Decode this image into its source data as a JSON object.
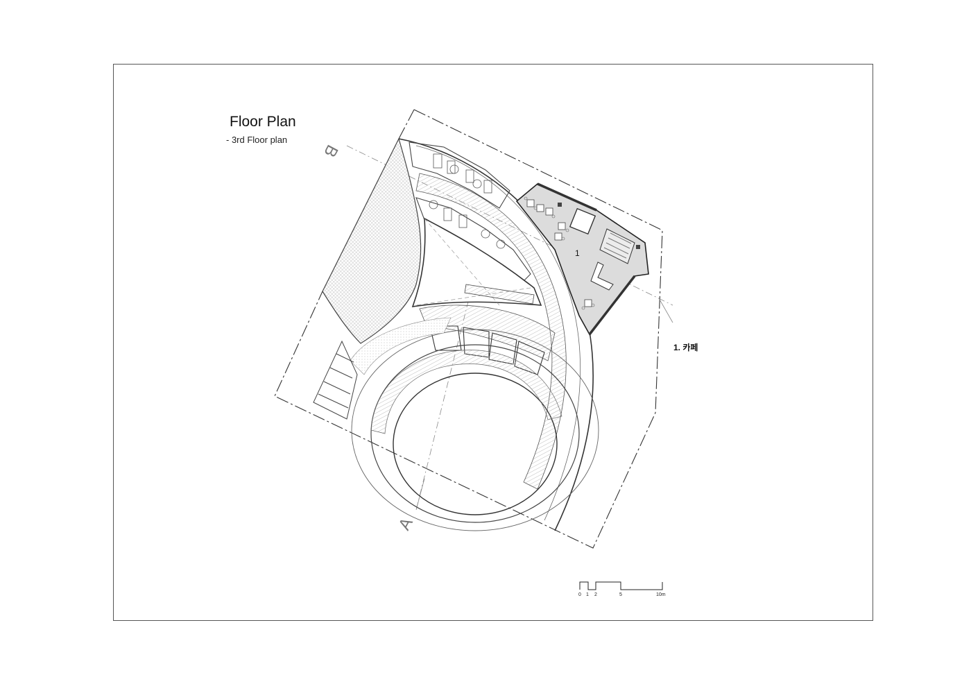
{
  "drawing": {
    "title": "Floor Plan",
    "subtitle": "- 3rd Floor plan",
    "section_markers": {
      "a": "A",
      "b": "B"
    },
    "room_number": "1",
    "legend": [
      {
        "label": "1. 카페"
      }
    ],
    "scale_bar": {
      "ticks": [
        "0",
        "1",
        "2",
        "5",
        "10m"
      ]
    }
  },
  "colors": {
    "line": "#333333",
    "cafe_fill": "#dcdcdc",
    "border": "#555555"
  }
}
